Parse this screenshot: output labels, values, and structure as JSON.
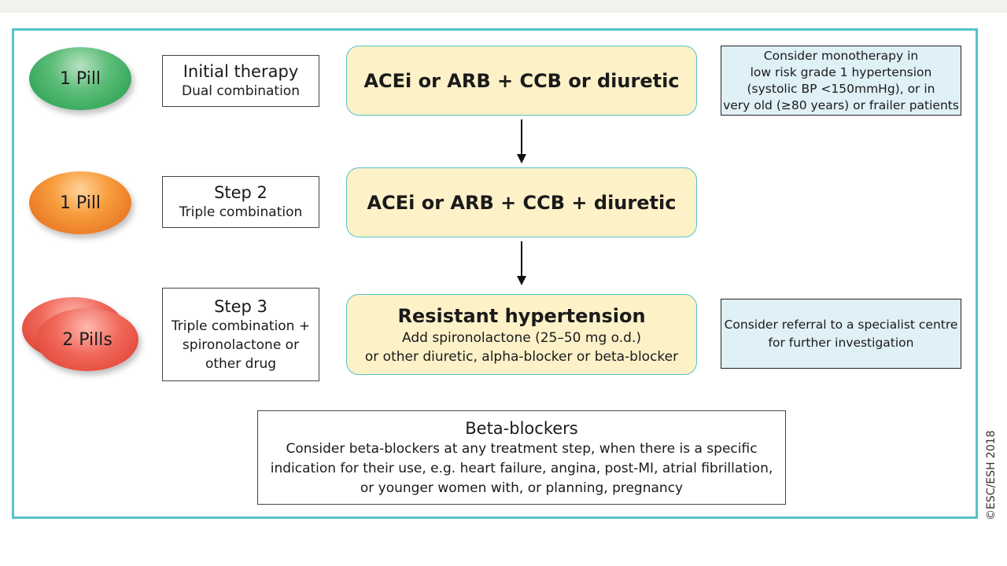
{
  "rows": [
    {
      "pill_label": "1 Pill",
      "step_title": "Initial therapy",
      "step_sub": [
        "Dual combination"
      ],
      "drug_text": "ACEi or ARB + CCB or diuretic",
      "note": [
        "Consider monotherapy in",
        "low risk grade 1 hypertension",
        "(systolic BP <150mmHg), or in",
        "very old (≥80 years) or frailer patients"
      ]
    },
    {
      "pill_label": "1 Pill",
      "step_title": "Step 2",
      "step_sub": [
        "Triple combination"
      ],
      "drug_text": "ACEi or ARB + CCB + diuretic"
    },
    {
      "pill_label": "2 Pills",
      "step_title": "Step 3",
      "step_sub": [
        "Triple combination +",
        "spironolactone or",
        "other drug"
      ],
      "drug_title": "Resistant hypertension",
      "drug_lines": [
        "Add spironolactone (25–50 mg o.d.)",
        "or other diuretic, alpha-blocker or beta-blocker"
      ],
      "note": [
        "Consider referral to a specialist centre",
        "for further investigation"
      ]
    }
  ],
  "beta": {
    "title": "Beta-blockers",
    "lines": [
      "Consider beta-blockers at any treatment step, when there is a specific",
      "indication for their use, e.g. heart failure, angina, post-MI, atrial fibrillation,",
      "or younger women with, or planning, pregnancy"
    ]
  },
  "copyright": "©ESC/ESH 2018",
  "colors": {
    "frame": "#56c3c9",
    "drug_box": "#fdf1c8",
    "note_box": "#dff0f7",
    "pill_green": "#1f9b49",
    "pill_orange": "#e3661b",
    "pill_red": "#dd3a2d"
  }
}
